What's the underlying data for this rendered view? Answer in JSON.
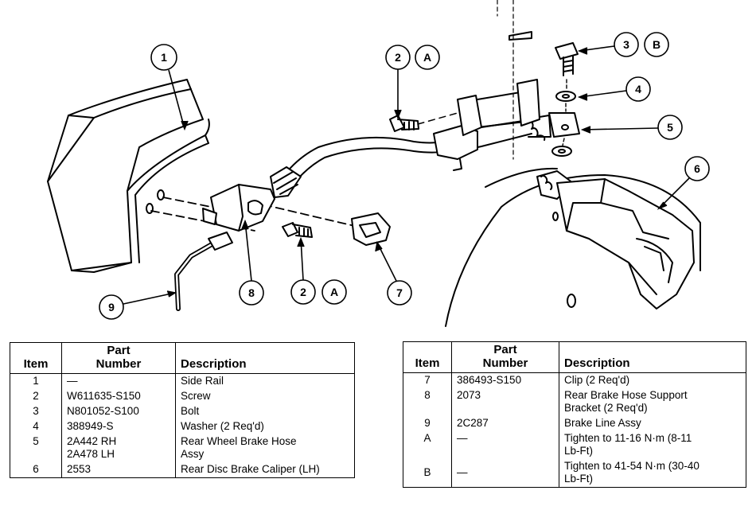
{
  "callouts": {
    "c1": "1",
    "c2_top": "2",
    "cA_top": "A",
    "c3": "3",
    "cB": "B",
    "c4": "4",
    "c5": "5",
    "c6": "6",
    "c7": "7",
    "c8": "8",
    "c2_bottom": "2",
    "cA_bottom": "A",
    "c9": "9"
  },
  "table_headers": {
    "item": "Item",
    "part_number_line1": "Part",
    "part_number_line2": "Number",
    "description": "Description"
  },
  "left_table": [
    {
      "item": "1",
      "part": "—",
      "desc": "Side Rail"
    },
    {
      "item": "2",
      "part": "W611635-S150",
      "desc": "Screw"
    },
    {
      "item": "3",
      "part": "N801052-S100",
      "desc": "Bolt"
    },
    {
      "item": "4",
      "part": "388949-S",
      "desc": "Washer (2 Req'd)"
    },
    {
      "item": "5",
      "part": "2A442 RH",
      "part2": "2A478 LH",
      "desc": "Rear Wheel Brake Hose",
      "desc2": "Assy"
    },
    {
      "item": "6",
      "part": "2553",
      "desc": "Rear Disc Brake Caliper (LH)"
    }
  ],
  "right_table": [
    {
      "item": "7",
      "part": "386493-S150",
      "desc": "Clip (2 Req'd)"
    },
    {
      "item": "8",
      "part": "2073",
      "desc": "Rear Brake Hose Support",
      "desc2": "Bracket (2 Req'd)"
    },
    {
      "item": "9",
      "part": "2C287",
      "desc": "Brake Line Assy"
    },
    {
      "item": "A",
      "part": "—",
      "desc": "Tighten to 11-16 N·m (8-11",
      "desc2": "Lb-Ft)"
    },
    {
      "item": "B",
      "part": "—",
      "desc": "Tighten to 41-54 N·m (30-40",
      "desc2": "Lb-Ft)"
    }
  ]
}
